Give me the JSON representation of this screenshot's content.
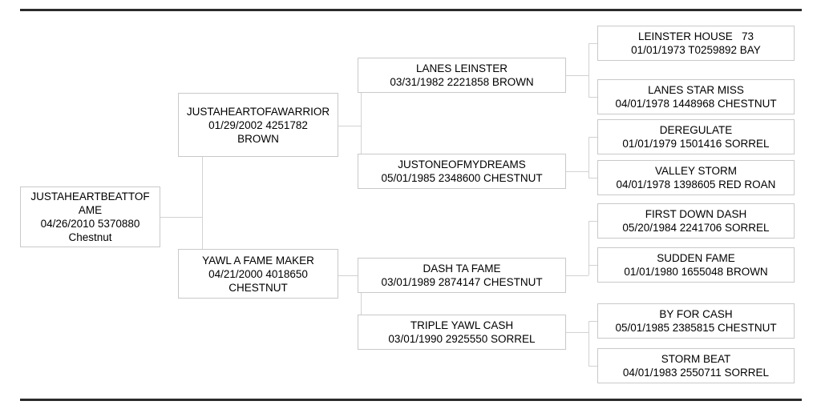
{
  "document": {
    "type": "pedigree-chart",
    "generations": 4,
    "border_rule_color": "#2b2b2b",
    "box_border_color": "#c9c9c9",
    "connector_color": "#d2d2d2"
  },
  "subject": {
    "name": "JUSTAHEARTBEATTOF AME",
    "name_line1": "JUSTAHEARTBEATTOF",
    "name_line2": "AME",
    "details": "04/26/2010 5370880",
    "color": "Chestnut"
  },
  "generation2": [
    {
      "name": "JUSTAHEARTOFAWARRIOR",
      "details": "01/29/2002 4251782",
      "color": "BROWN"
    },
    {
      "name": "YAWL A FAME MAKER",
      "details": "04/21/2000 4018650",
      "color": "CHESTNUT"
    }
  ],
  "generation3": [
    {
      "name": "LANES LEINSTER",
      "details": "03/31/1982 2221858 BROWN"
    },
    {
      "name": "JUSTONEOFMYDREAMS",
      "details": "05/01/1985 2348600 CHESTNUT"
    },
    {
      "name": "DASH TA FAME",
      "details": "03/01/1989 2874147 CHESTNUT"
    },
    {
      "name": "TRIPLE YAWL CASH",
      "details": "03/01/1990 2925550 SORREL"
    }
  ],
  "generation4": [
    {
      "name": "LEINSTER HOUSE   73",
      "details": "01/01/1973 T0259892 BAY"
    },
    {
      "name": "LANES STAR MISS",
      "details": "04/01/1978 1448968 CHESTNUT"
    },
    {
      "name": "DEREGULATE",
      "details": "01/01/1979 1501416 SORREL"
    },
    {
      "name": "VALLEY STORM",
      "details": "04/01/1978 1398605 RED ROAN"
    },
    {
      "name": "FIRST DOWN DASH",
      "details": "05/20/1984 2241706 SORREL"
    },
    {
      "name": "SUDDEN FAME",
      "details": "01/01/1980 1655048 BROWN"
    },
    {
      "name": "BY FOR CASH",
      "details": "05/01/1985 2385815 CHESTNUT"
    },
    {
      "name": "STORM BEAT",
      "details": "04/01/1983 2550711 SORREL"
    }
  ]
}
